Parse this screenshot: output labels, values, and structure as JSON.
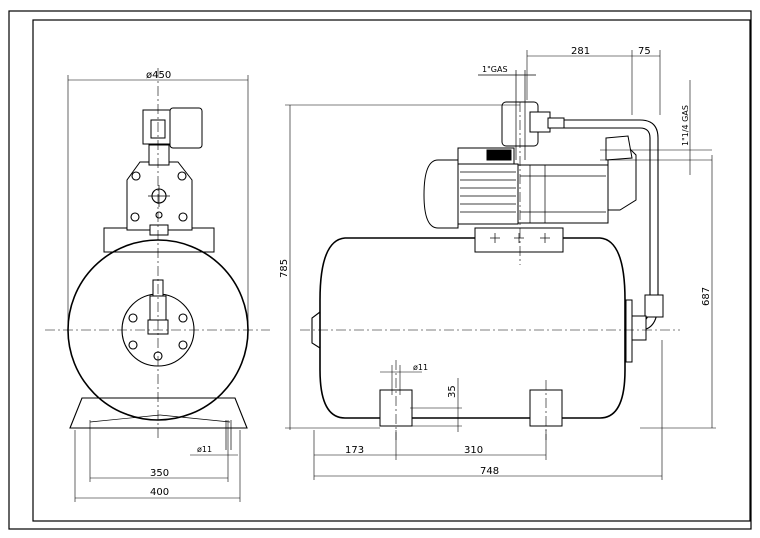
{
  "dimensions": {
    "front": {
      "diameter": "ø450",
      "width_350": "350",
      "width_400": "400",
      "hole": "ø11"
    },
    "side": {
      "d281": "281",
      "d75": "75",
      "inlet": "1\"GAS",
      "outlet": "1\"1/4 GAS",
      "height_785": "785",
      "height_687": "687",
      "hole": "ø11",
      "h35": "35",
      "d173": "173",
      "d310": "310",
      "d748": "748"
    }
  }
}
